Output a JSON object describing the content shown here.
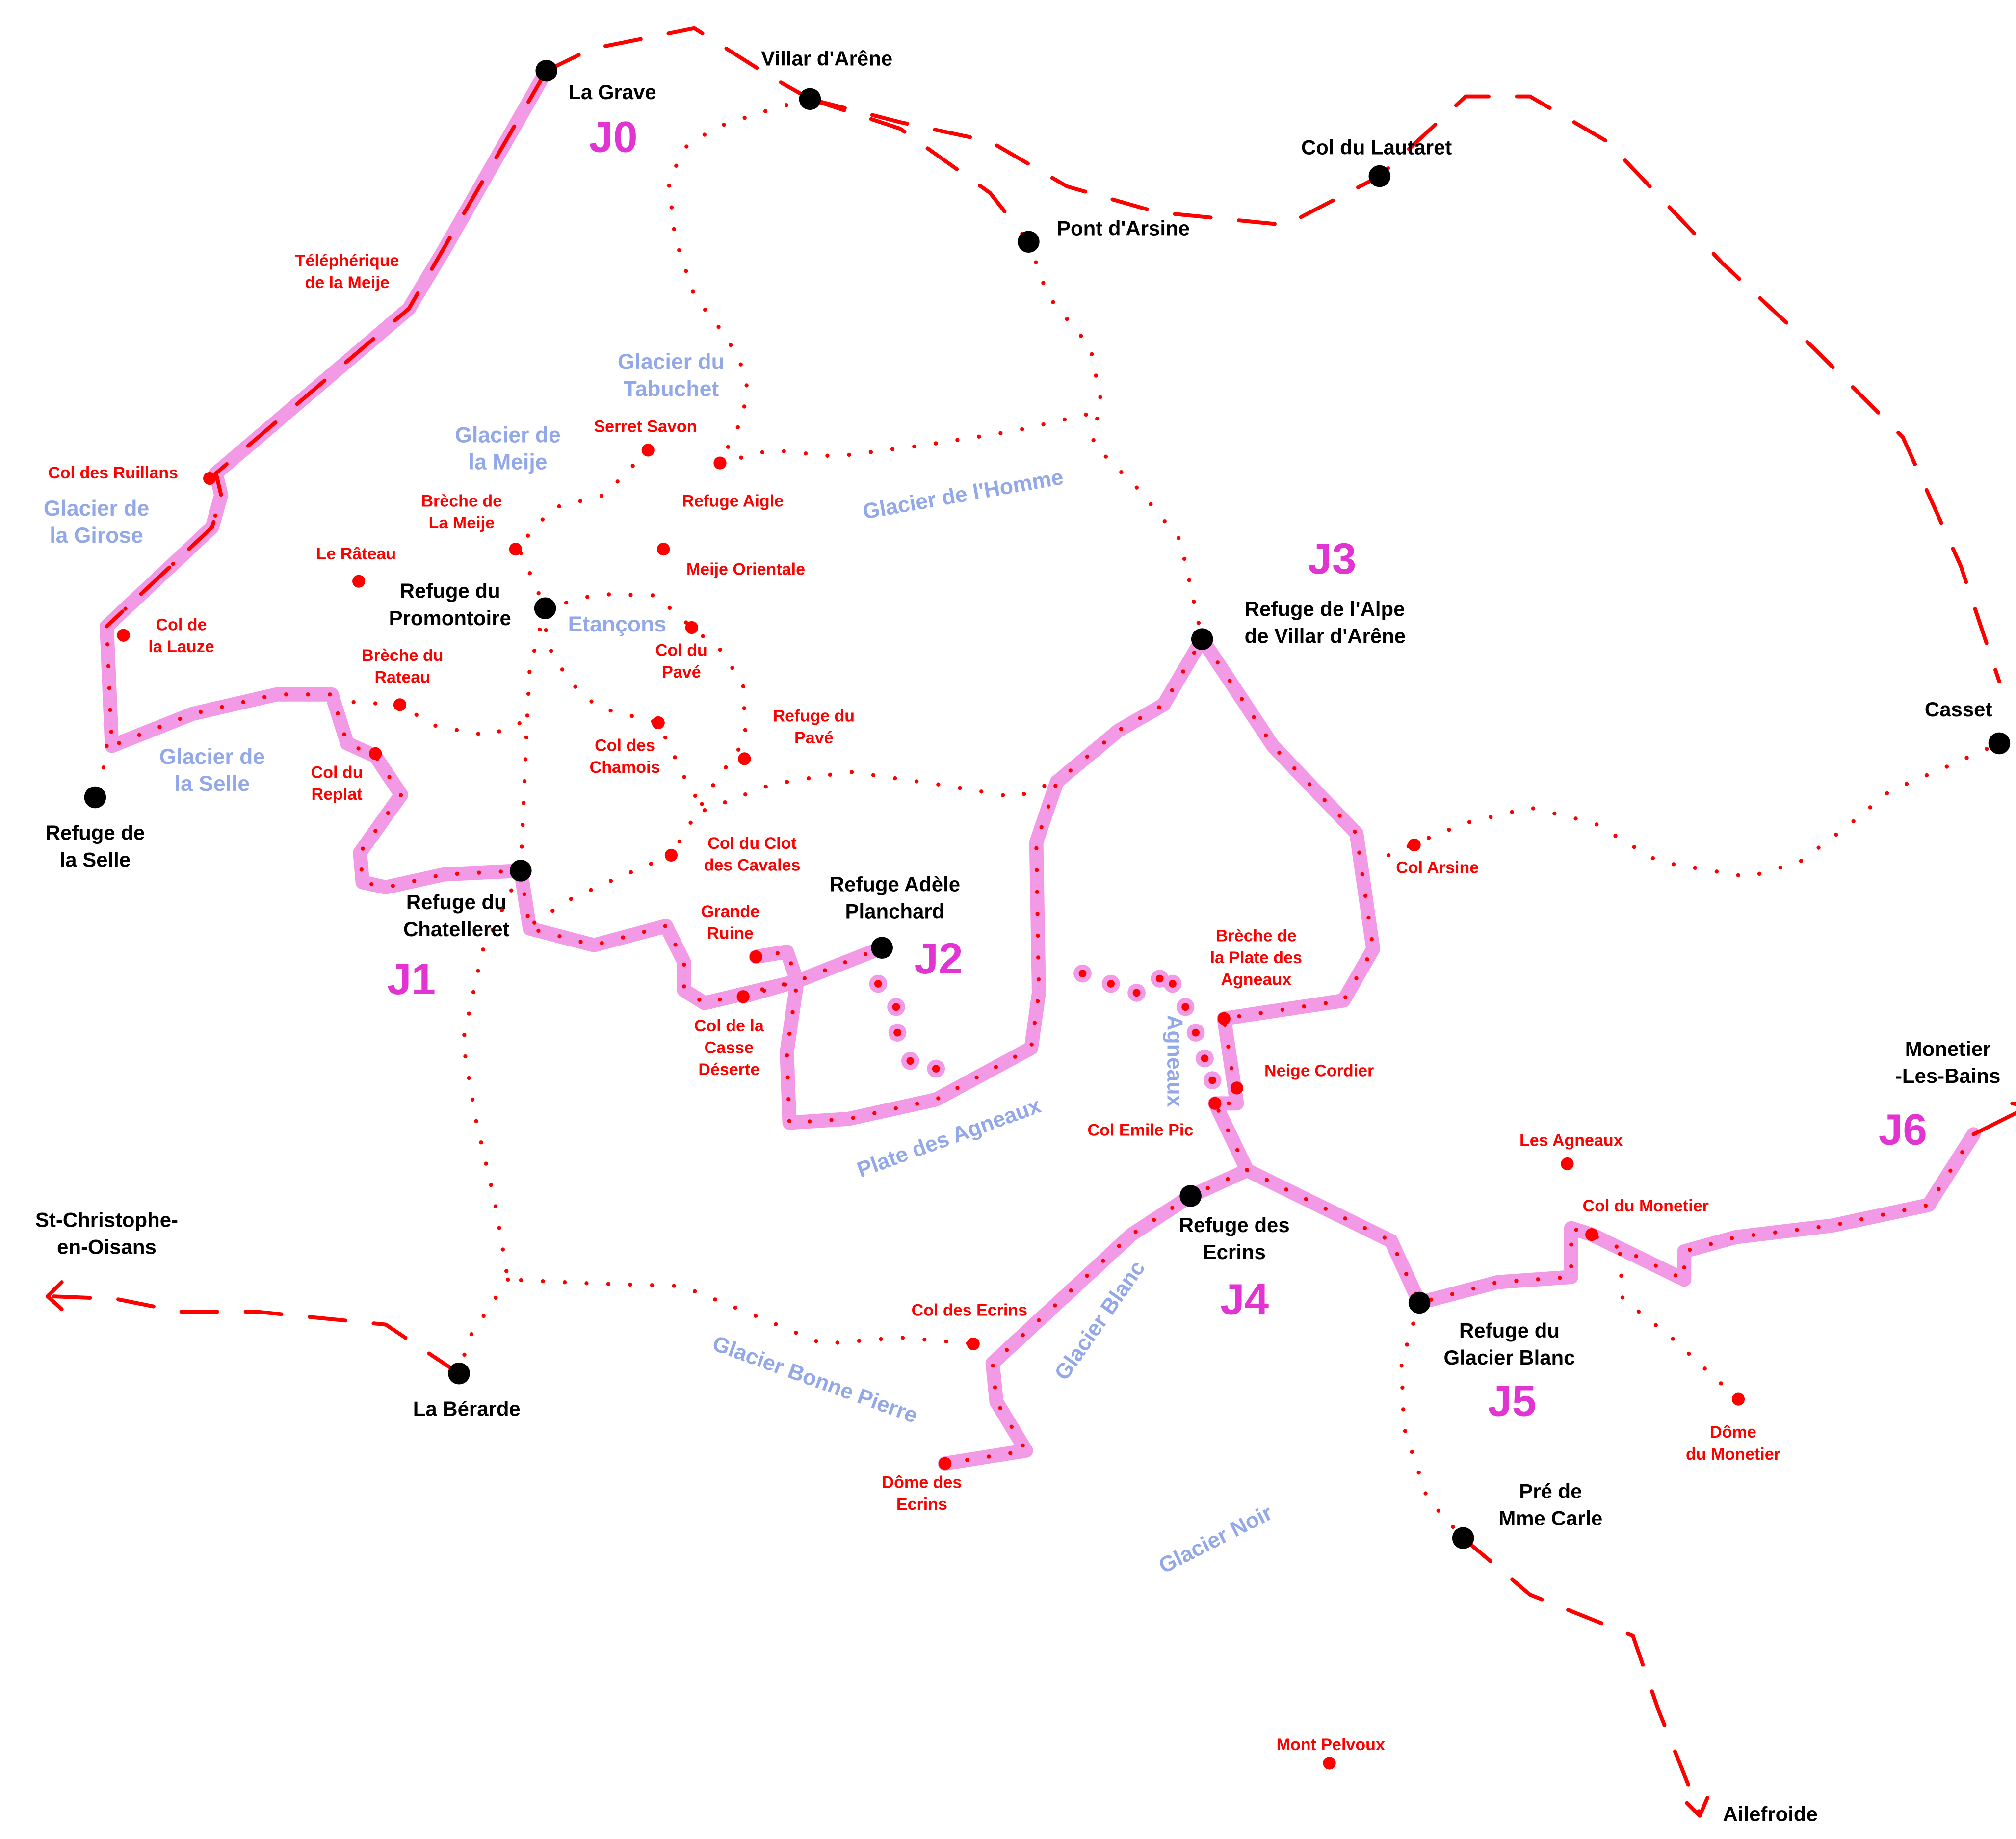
{
  "title": "Haute route des Ecrins — itinéraire J0 à J6",
  "colors": {
    "route_pink": "#F29AE6",
    "trail_red": "#FF0000",
    "place_black": "#000000",
    "glacier_blue": "#92A8E8",
    "day_magenta": "#E234D2"
  },
  "legend_semantics": {
    "pink_band": "itinéraire suivi",
    "dotted_red": "sentier / passage",
    "dashed_red": "route / téléphérique",
    "black_dot": "village / refuge",
    "red_dot": "col / sommet"
  },
  "days": [
    {
      "id": "J0",
      "label": "J0"
    },
    {
      "id": "J1",
      "label": "J1"
    },
    {
      "id": "J2",
      "label": "J2"
    },
    {
      "id": "J3",
      "label": "J3"
    },
    {
      "id": "J4",
      "label": "J4"
    },
    {
      "id": "J5",
      "label": "J5"
    },
    {
      "id": "J6",
      "label": "J6"
    }
  ],
  "places": [
    {
      "id": "la-grave",
      "lines": [
        "La Grave"
      ]
    },
    {
      "id": "villar-darene",
      "lines": [
        "Villar d'Arêne"
      ]
    },
    {
      "id": "pont-darsine",
      "lines": [
        "Pont d'Arsine"
      ]
    },
    {
      "id": "col-du-lautaret",
      "lines": [
        "Col du Lautaret"
      ]
    },
    {
      "id": "casset",
      "lines": [
        "Casset"
      ]
    },
    {
      "id": "refuge-alpe",
      "lines": [
        "Refuge de l'Alpe",
        "de Villar d'Arêne"
      ]
    },
    {
      "id": "refuge-promontoire",
      "lines": [
        "Refuge du",
        "Promontoire"
      ]
    },
    {
      "id": "refuge-selle",
      "lines": [
        "Refuge de",
        "la Selle"
      ]
    },
    {
      "id": "refuge-chatelleret",
      "lines": [
        "Refuge du",
        "Chatelleret"
      ]
    },
    {
      "id": "refuge-adele-planchard",
      "lines": [
        "Refuge Adèle",
        "Planchard"
      ]
    },
    {
      "id": "refuge-ecrins",
      "lines": [
        "Refuge des",
        "Ecrins"
      ]
    },
    {
      "id": "refuge-glacier-blanc",
      "lines": [
        "Refuge du",
        "Glacier Blanc"
      ]
    },
    {
      "id": "pre-mme-carle",
      "lines": [
        "Pré de",
        "Mme Carle"
      ]
    },
    {
      "id": "la-berarde",
      "lines": [
        "La Bérarde"
      ]
    },
    {
      "id": "st-christophe",
      "lines": [
        "St-Christophe-",
        "en-Oisans"
      ]
    },
    {
      "id": "monetier",
      "lines": [
        "Monetier",
        "-Les-Bains"
      ]
    },
    {
      "id": "ailefroide",
      "lines": [
        "Ailefroide"
      ]
    }
  ],
  "summits": [
    {
      "id": "telepherique",
      "lines": [
        "Téléphérique",
        "de la Meije"
      ]
    },
    {
      "id": "col-ruillans",
      "lines": [
        "Col des Ruillans"
      ]
    },
    {
      "id": "col-lauze",
      "lines": [
        "Col de",
        "la Lauze"
      ]
    },
    {
      "id": "le-rateau",
      "lines": [
        "Le Râteau"
      ]
    },
    {
      "id": "breche-rateau",
      "lines": [
        "Brèche du",
        "Rateau"
      ]
    },
    {
      "id": "col-replat",
      "lines": [
        "Col du",
        "Replat"
      ]
    },
    {
      "id": "breche-meije",
      "lines": [
        "Brèche de",
        "La Meije"
      ]
    },
    {
      "id": "serret-savon",
      "lines": [
        "Serret Savon"
      ]
    },
    {
      "id": "refuge-aigle",
      "lines": [
        "Refuge Aigle"
      ]
    },
    {
      "id": "meije-orientale",
      "lines": [
        "Meije Orientale"
      ]
    },
    {
      "id": "col-pave",
      "lines": [
        "Col du",
        "Pavé"
      ]
    },
    {
      "id": "refuge-pave",
      "lines": [
        "Refuge du",
        "Pavé"
      ]
    },
    {
      "id": "col-chamois",
      "lines": [
        "Col des",
        "Chamois"
      ]
    },
    {
      "id": "col-clot-cavales",
      "lines": [
        "Col du Clot",
        "des Cavales"
      ]
    },
    {
      "id": "grande-ruine",
      "lines": [
        "Grande",
        "Ruine"
      ]
    },
    {
      "id": "col-casse-deserte",
      "lines": [
        "Col de la",
        "Casse",
        "Déserte"
      ]
    },
    {
      "id": "col-arsine",
      "lines": [
        "Col Arsine"
      ]
    },
    {
      "id": "breche-plate-agneaux",
      "lines": [
        "Brèche de",
        "la Plate des",
        "Agneaux"
      ]
    },
    {
      "id": "neige-cordier",
      "lines": [
        "Neige Cordier"
      ]
    },
    {
      "id": "col-emile-pic",
      "lines": [
        "Col Emile Pic"
      ]
    },
    {
      "id": "les-agneaux",
      "lines": [
        "Les Agneaux"
      ]
    },
    {
      "id": "col-monetier",
      "lines": [
        "Col du Monetier"
      ]
    },
    {
      "id": "dome-monetier",
      "lines": [
        "Dôme",
        "du Monetier"
      ]
    },
    {
      "id": "col-ecrins",
      "lines": [
        "Col des Ecrins"
      ]
    },
    {
      "id": "dome-ecrins",
      "lines": [
        "Dôme des",
        "Ecrins"
      ]
    },
    {
      "id": "mont-pelvoux",
      "lines": [
        "Mont Pelvoux"
      ]
    }
  ],
  "glaciers": [
    {
      "id": "tabuchet",
      "lines": [
        "Glacier du",
        "Tabuchet"
      ]
    },
    {
      "id": "meije",
      "lines": [
        "Glacier de",
        "la Meije"
      ]
    },
    {
      "id": "girose",
      "lines": [
        "Glacier de",
        "la Girose"
      ]
    },
    {
      "id": "selle",
      "lines": [
        "Glacier de",
        "la Selle"
      ]
    },
    {
      "id": "etancons",
      "lines": [
        "Etançons"
      ]
    },
    {
      "id": "homme",
      "lines": [
        "Glacier de l'Homme"
      ]
    },
    {
      "id": "plate-agneaux",
      "lines": [
        "Plate des Agneaux"
      ]
    },
    {
      "id": "agneaux",
      "lines": [
        "Agneaux"
      ]
    },
    {
      "id": "glacier-blanc",
      "lines": [
        "Glacier Blanc"
      ]
    },
    {
      "id": "bonne-pierre",
      "lines": [
        "Glacier Bonne Pierre"
      ]
    },
    {
      "id": "glacier-noir",
      "lines": [
        "Glacier Noir"
      ]
    }
  ]
}
